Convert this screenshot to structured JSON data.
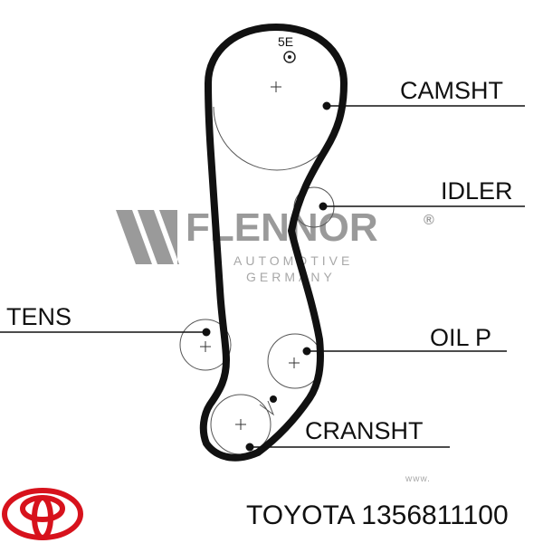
{
  "diagram": {
    "marker_label": "5E",
    "labels": {
      "camshaft": "CAMSHT",
      "idler": "IDLER",
      "tensioner": "TENS",
      "oil_pump": "OIL P",
      "crankshaft": "CRANSHT"
    }
  },
  "watermark": {
    "brand": "FLENNOR",
    "registered": "®",
    "line1": "AUTOMOTIVE",
    "line2": "GERMANY",
    "site": "www."
  },
  "footer": {
    "brand": "TOYOTA",
    "part_number": "1356811100"
  },
  "colors": {
    "belt": "#111111",
    "watermark": "#9a9a9a",
    "toyota_logo": "#d7121c"
  }
}
